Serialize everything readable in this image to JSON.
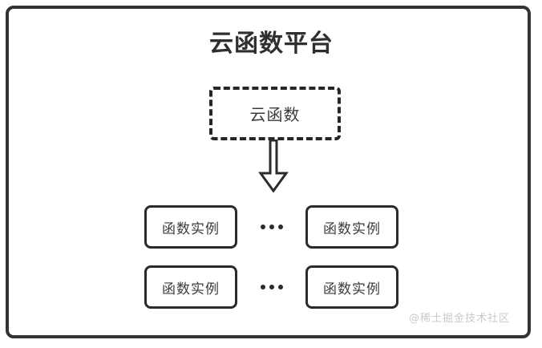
{
  "diagram": {
    "type": "architecture-block-diagram",
    "title": "云函数平台",
    "function_node": {
      "label": "云函数",
      "border_style": "dashed"
    },
    "arrow": {
      "icon_name": "down-block-arrow",
      "direction": "down"
    },
    "instance_rows": [
      {
        "left_box": "函数实例",
        "ellipsis": "···",
        "right_box": "函数实例"
      },
      {
        "left_box": "函数实例",
        "ellipsis": "···",
        "right_box": "函数实例"
      }
    ],
    "watermark": "@稀土掘金技术社区",
    "colors": {
      "stroke": "#2b2b2b",
      "title_text": "#2f2f2f",
      "body_text": "#3b3b3b",
      "background": "#ffffff",
      "watermark_text": "#c9c9c9"
    }
  }
}
